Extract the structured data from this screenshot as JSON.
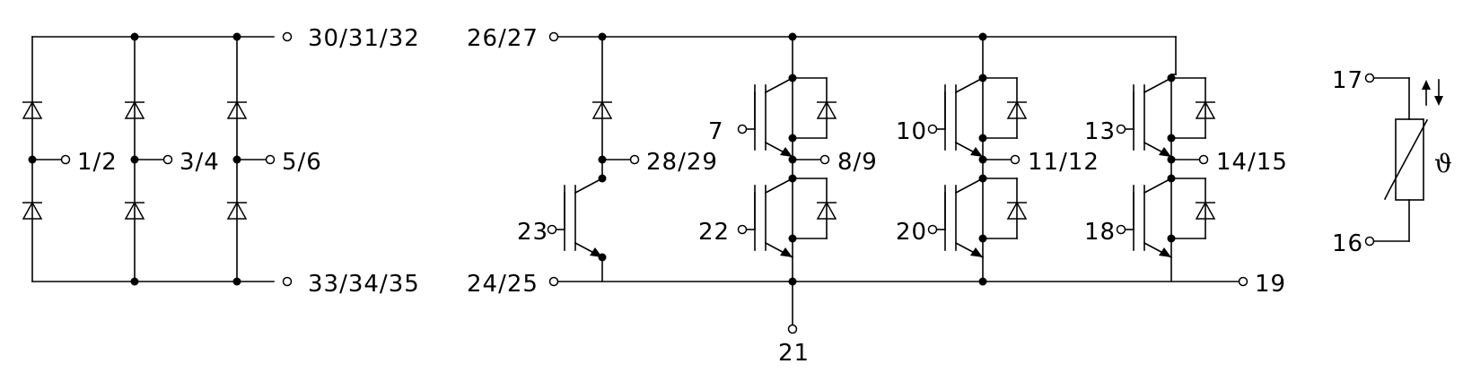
{
  "labels": {
    "rect_plus": "30/31/32",
    "rect_minus": "33/34/35",
    "ac1": "1/2",
    "ac2": "3/4",
    "ac3": "5/6",
    "dc_plus": "26/27",
    "dc_minus": "24/25",
    "brake_out": "28/29",
    "brake_gate": "23",
    "u_top_gate": "7",
    "u_out": "8/9",
    "u_bot_gate": "22",
    "v_top_gate": "10",
    "v_out": "11/12",
    "v_bot_gate": "20",
    "w_top_gate": "13",
    "w_out": "14/15",
    "w_bot_gate": "18",
    "emitter_sense": "19",
    "shunt": "21",
    "ntc_top": "17",
    "ntc_bot": "16",
    "theta": "ϑ"
  }
}
